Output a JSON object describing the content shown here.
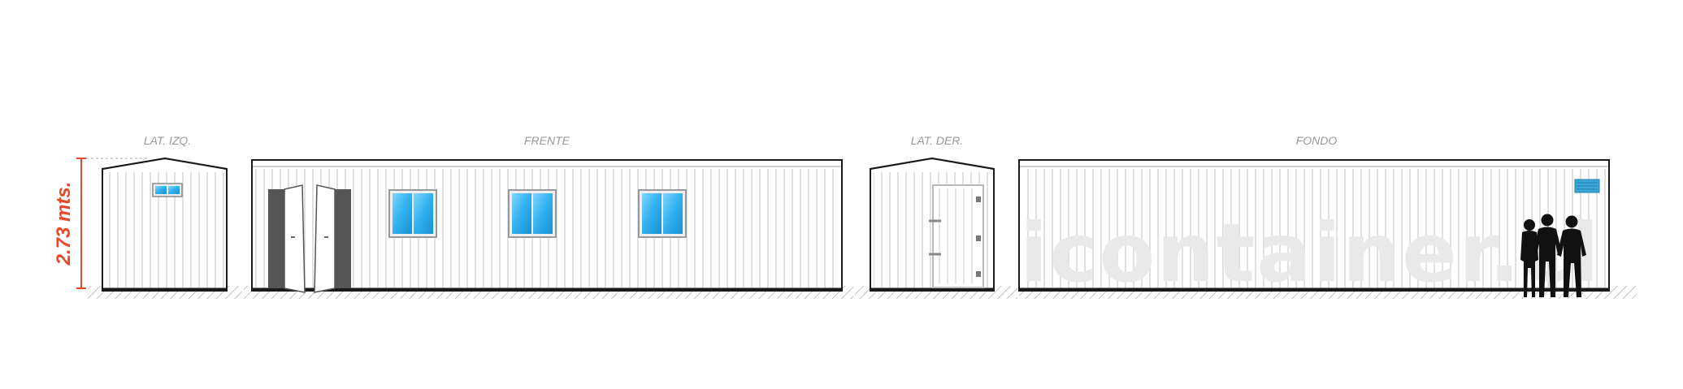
{
  "views": {
    "left": {
      "label": "LAT. IZQ."
    },
    "front": {
      "label": "FRENTE"
    },
    "right": {
      "label": "LAT. DER."
    },
    "back": {
      "label": "FONDO"
    }
  },
  "dimension": {
    "height_label": "2.73 mts."
  },
  "watermark": {
    "text": "icontainer.cl"
  },
  "colors": {
    "accent": "#e8472a",
    "outline": "#1a1a1a",
    "wall": "#ffffff",
    "rib": "#d9d9d9",
    "glass": "#35b8f0",
    "door_panel": "#555555",
    "label": "#999999"
  },
  "icons": [
    "window-icon",
    "door-icon",
    "vent-icon",
    "people-silhouette-icon"
  ]
}
